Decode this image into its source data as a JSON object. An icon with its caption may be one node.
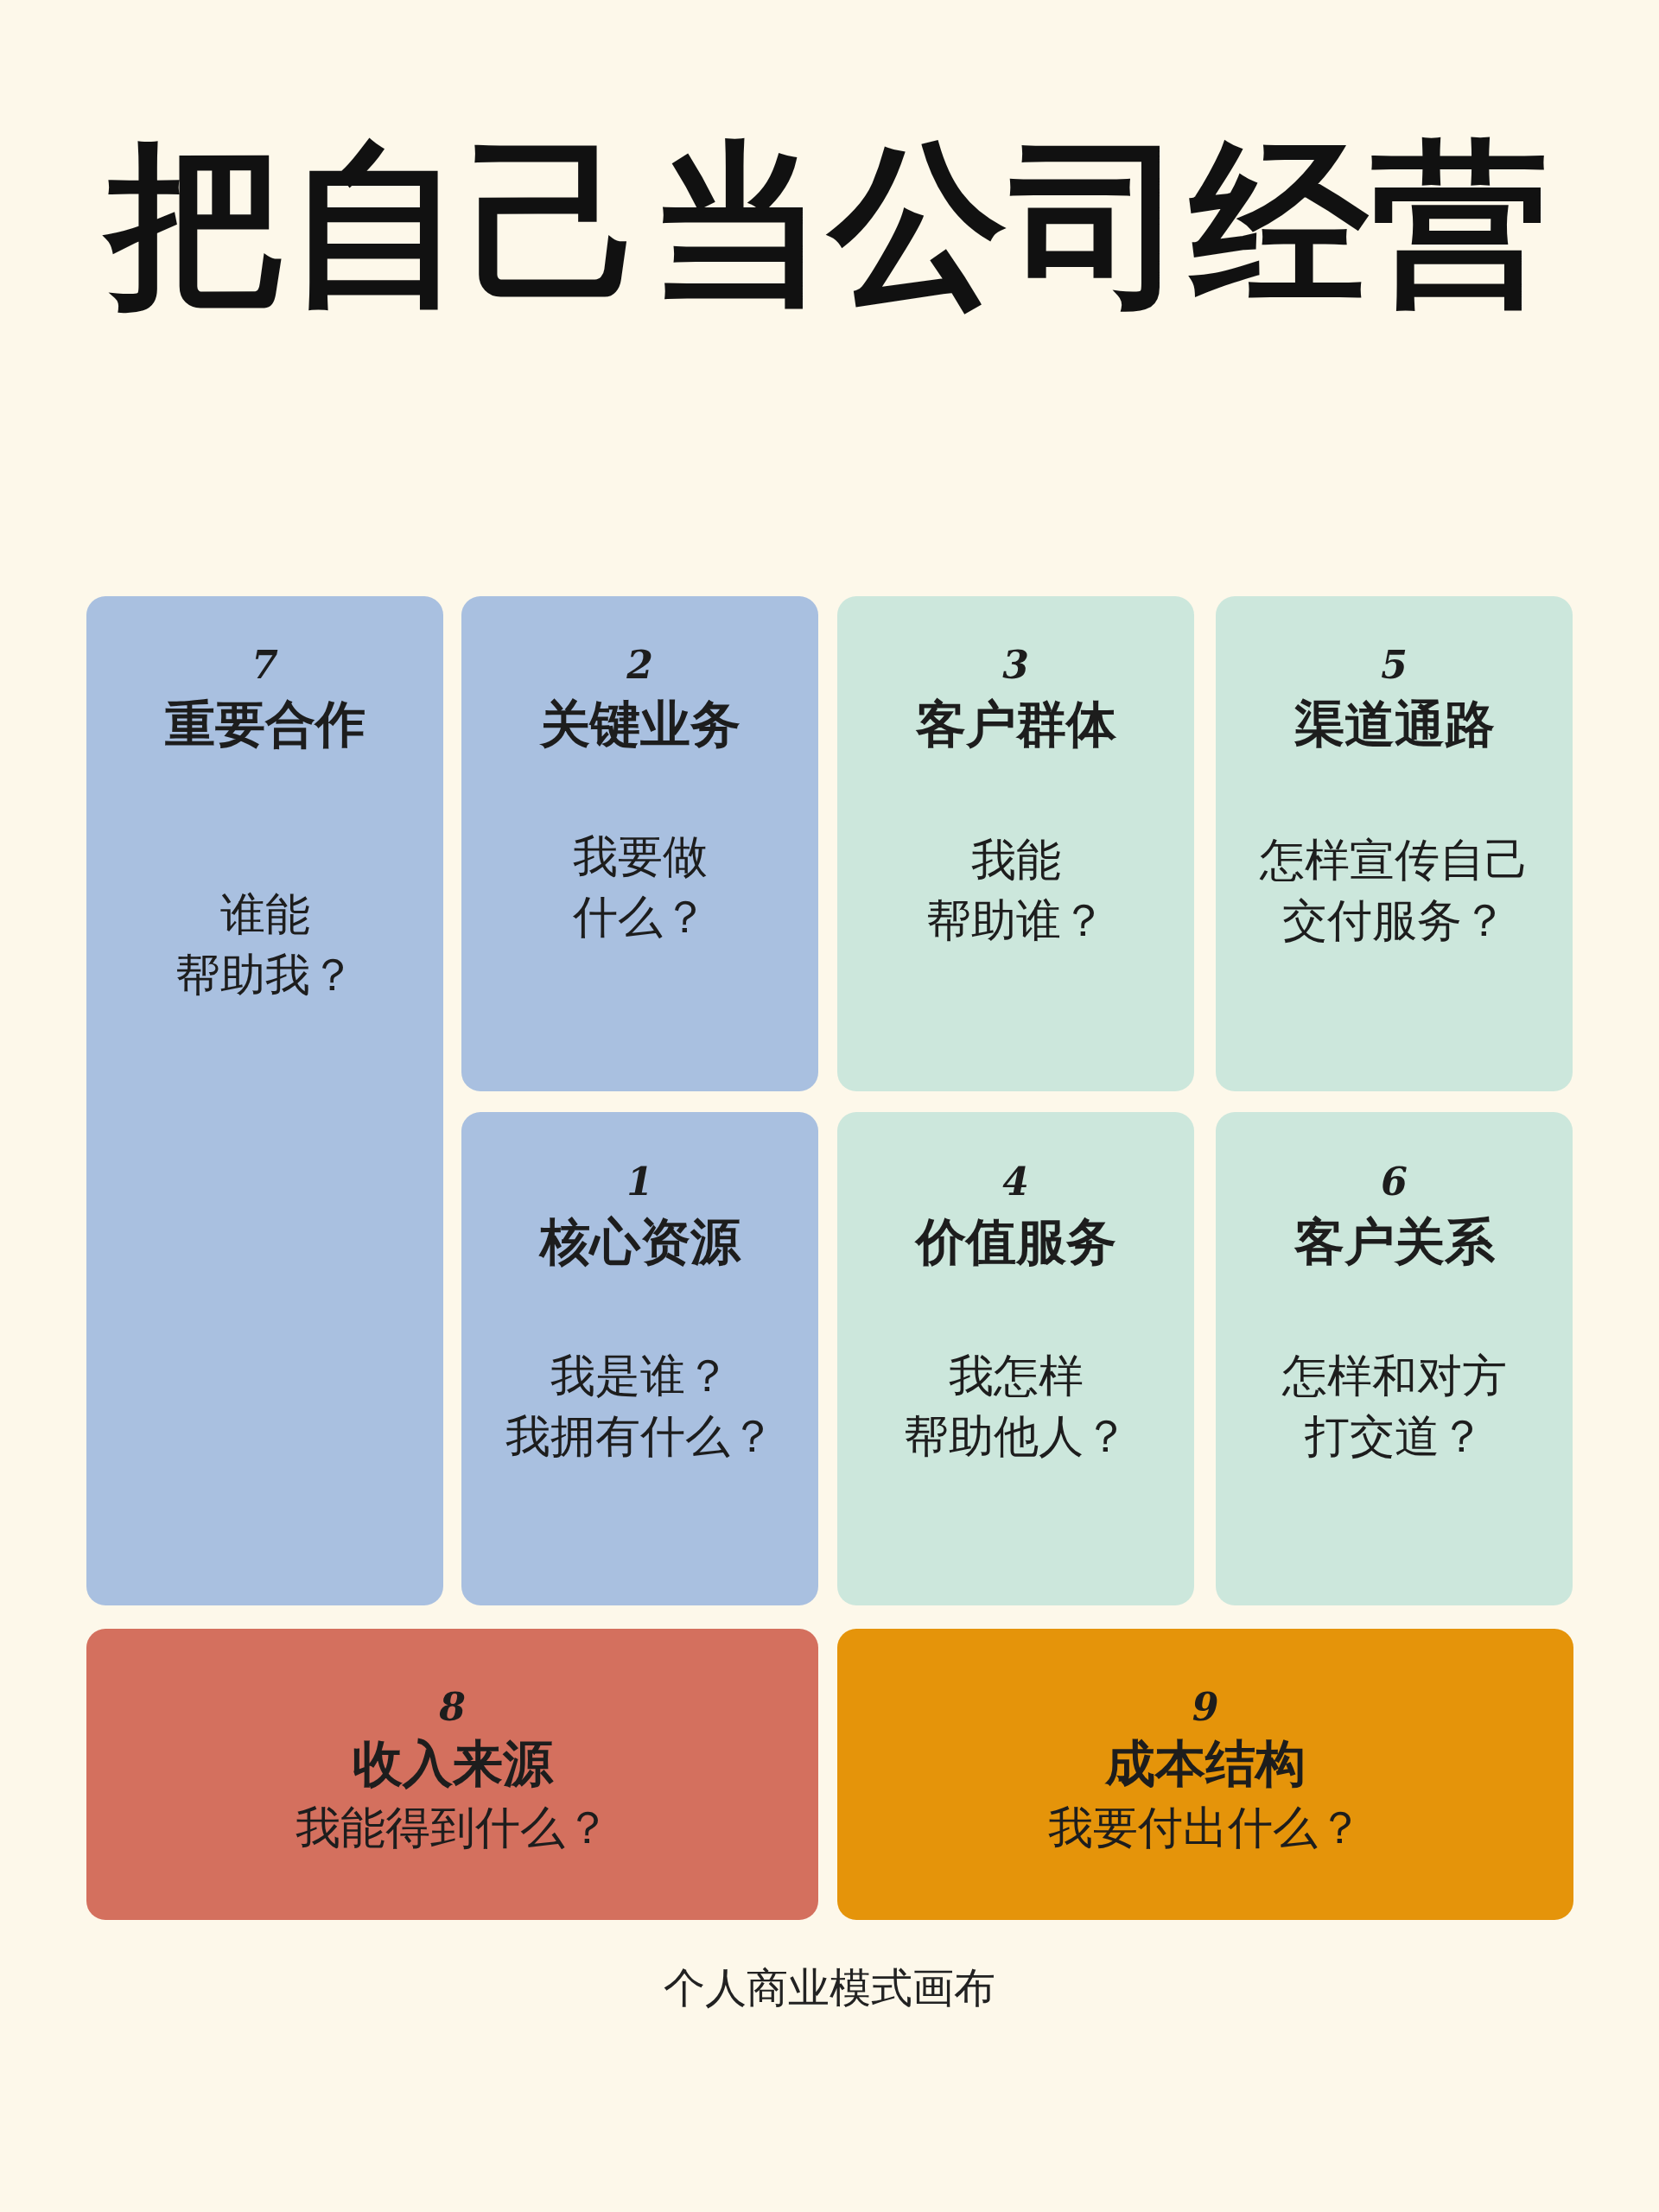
{
  "diagram": {
    "title": "把自己当公司经营",
    "caption": "个人商业模式画布",
    "nodes": [
      {
        "text": [
          "7",
          "重要合作",
          "谁能帮助我？"
        ]
      },
      {
        "text": [
          "2",
          "关键业务",
          "我要做什么？"
        ]
      },
      {
        "text": [
          "3",
          "客户群体",
          "我能帮助谁？"
        ]
      },
      {
        "text": [
          "5",
          "渠道通路",
          "怎样宣传自己交付服务？"
        ]
      },
      {
        "text": [
          "1",
          "核心资源",
          "我是谁？我拥有什么？"
        ]
      },
      {
        "text": [
          "4",
          "价值服务",
          "我怎样帮助他人？"
        ]
      },
      {
        "text": [
          "6",
          "客户关系",
          "怎样和对方打交道？"
        ]
      },
      {
        "text": [
          "8",
          "收入来源",
          "我能得到什么？"
        ]
      },
      {
        "text": [
          "9",
          "成本结构",
          "我要付出什么？"
        ]
      }
    ]
  }
}
